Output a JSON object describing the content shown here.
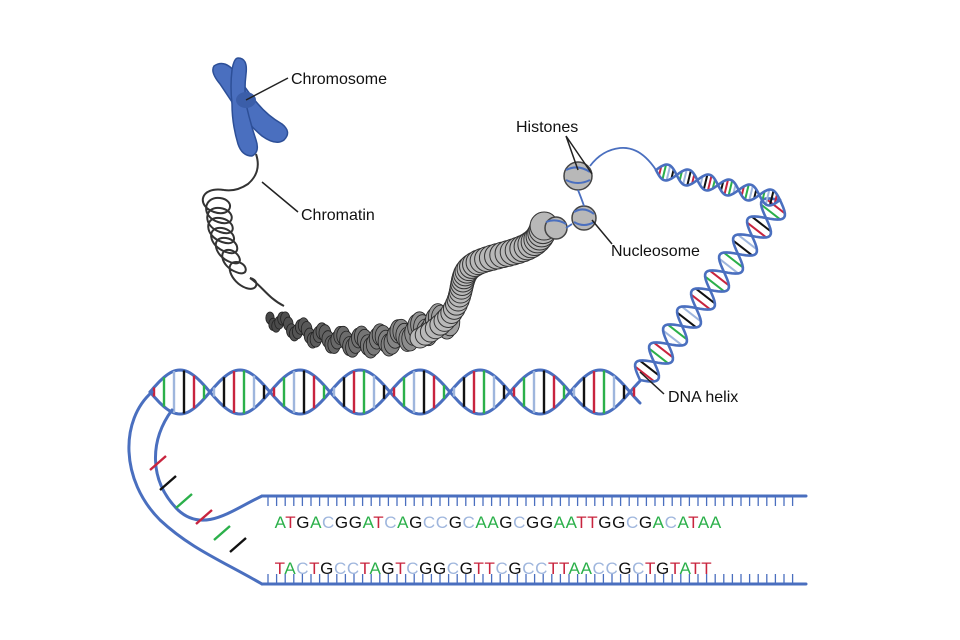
{
  "labels": {
    "chromosome": "Chromosome",
    "chromatin": "Chromatin",
    "histones": "Histones",
    "nucleosome": "Nucleosome",
    "dna_helix": "DNA helix"
  },
  "sequence": {
    "top": "ATGACGGATCAGCCGCAAGCGGAATTGGCGACATAA",
    "bottom": "TACTGCCTAGTCGGCGTTCGCCTTAACCGCTGTATT"
  },
  "colors": {
    "strand": "#4a6fbf",
    "chromosome": "#4a6fbf",
    "A": "#2bb04a",
    "T": "#c8243e",
    "G": "#111111",
    "C": "#9fb6dd",
    "nucleosome_fill": "#b8b8b8",
    "dark_fiber": "#555555"
  }
}
